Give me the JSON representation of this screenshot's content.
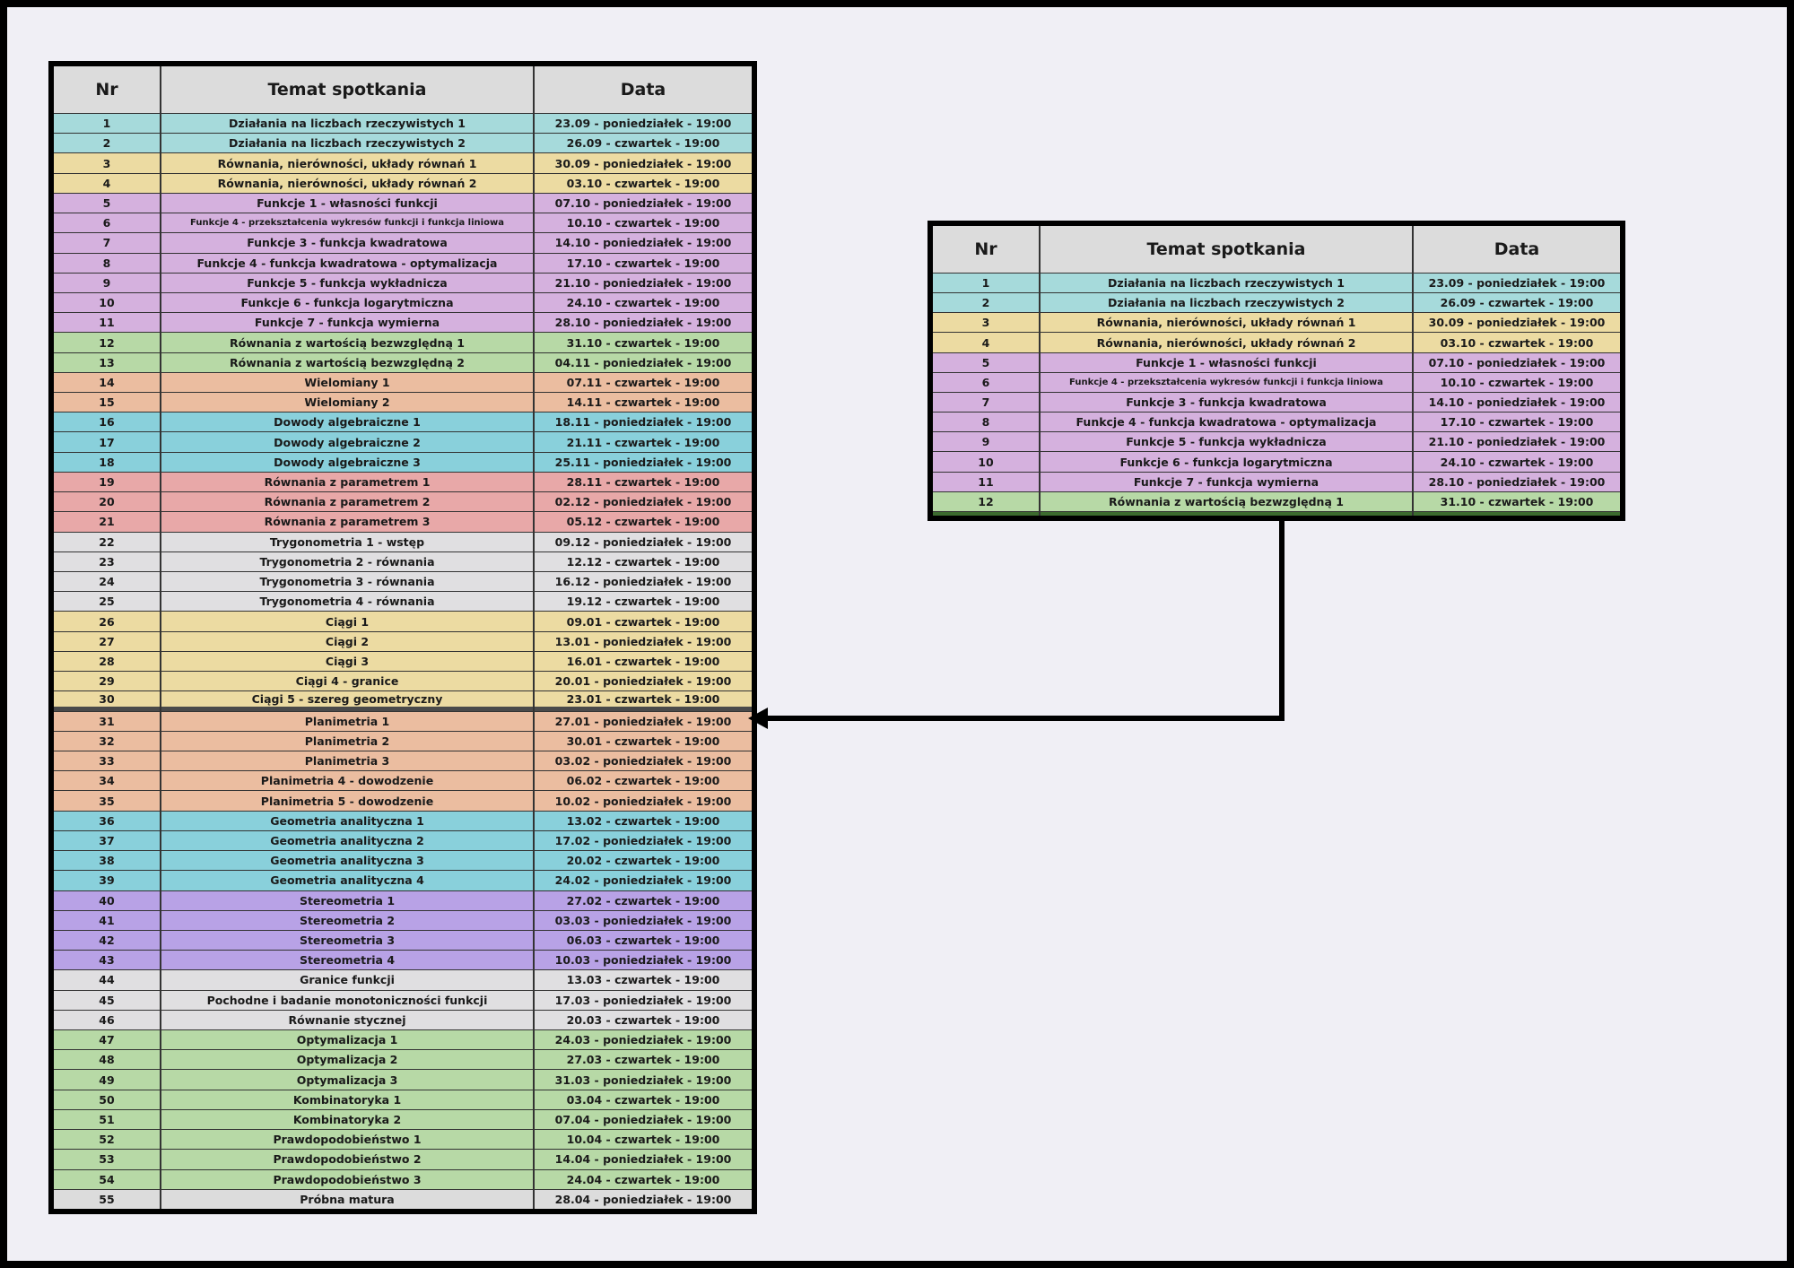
{
  "headers": {
    "nr": "Nr",
    "temat": "Temat spotkania",
    "data": "Data"
  },
  "colors": {
    "teal": "#a6dadb",
    "sand": "#ecdba2",
    "lilac": "#d5b1de",
    "green": "#b7d9a6",
    "peach": "#ebbda0",
    "cyan": "#89d0db",
    "rose": "#e8a8a8",
    "gray": "#e0dfe1",
    "violet": "#b8a2e6",
    "lightgray": "#dcdcdc"
  },
  "rows": [
    {
      "nr": "1",
      "temat": "Działania na liczbach rzeczywistych 1",
      "data": "23.09 - poniedziałek - 19:00",
      "color": "teal"
    },
    {
      "nr": "2",
      "temat": "Działania na liczbach rzeczywistych 2",
      "data": "26.09 - czwartek - 19:00",
      "color": "teal"
    },
    {
      "nr": "3",
      "temat": "Równania, nierówności, układy równań 1",
      "data": "30.09 - poniedziałek - 19:00",
      "color": "sand"
    },
    {
      "nr": "4",
      "temat": "Równania, nierówności, układy równań 2",
      "data": "03.10 - czwartek - 19:00",
      "color": "sand"
    },
    {
      "nr": "5",
      "temat": "Funkcje 1 - własności funkcji",
      "data": "07.10 - poniedziałek - 19:00",
      "color": "lilac"
    },
    {
      "nr": "6",
      "temat": "Funkcje 4 - przekształcenia wykresów funkcji i funkcja liniowa",
      "data": "10.10 - czwartek - 19:00",
      "color": "lilac",
      "small": true
    },
    {
      "nr": "7",
      "temat": "Funkcje 3 - funkcja kwadratowa",
      "data": "14.10 - poniedziałek - 19:00",
      "color": "lilac"
    },
    {
      "nr": "8",
      "temat": "Funkcje 4 - funkcja kwadratowa - optymalizacja",
      "data": "17.10 - czwartek - 19:00",
      "color": "lilac"
    },
    {
      "nr": "9",
      "temat": "Funkcje 5 - funkcja wykładnicza",
      "data": "21.10 - poniedziałek - 19:00",
      "color": "lilac"
    },
    {
      "nr": "10",
      "temat": "Funkcje 6 - funkcja logarytmiczna",
      "data": "24.10 - czwartek - 19:00",
      "color": "lilac"
    },
    {
      "nr": "11",
      "temat": "Funkcje 7 - funkcja wymierna",
      "data": "28.10 - poniedziałek - 19:00",
      "color": "lilac"
    },
    {
      "nr": "12",
      "temat": "Równania z wartością bezwzględną 1",
      "data": "31.10 - czwartek - 19:00",
      "color": "green"
    },
    {
      "nr": "13",
      "temat": "Równania z wartością bezwzględną 2",
      "data": "04.11 - poniedziałek - 19:00",
      "color": "green"
    },
    {
      "nr": "14",
      "temat": "Wielomiany 1",
      "data": "07.11 - czwartek - 19:00",
      "color": "peach"
    },
    {
      "nr": "15",
      "temat": "Wielomiany 2",
      "data": "14.11 - czwartek - 19:00",
      "color": "peach"
    },
    {
      "nr": "16",
      "temat": "Dowody algebraiczne 1",
      "data": "18.11 - poniedziałek - 19:00",
      "color": "cyan"
    },
    {
      "nr": "17",
      "temat": "Dowody algebraiczne 2",
      "data": "21.11 - czwartek - 19:00",
      "color": "cyan"
    },
    {
      "nr": "18",
      "temat": "Dowody algebraiczne 3",
      "data": "25.11 - poniedziałek - 19:00",
      "color": "cyan"
    },
    {
      "nr": "19",
      "temat": "Równania z parametrem 1",
      "data": "28.11 - czwartek - 19:00",
      "color": "rose"
    },
    {
      "nr": "20",
      "temat": "Równania z parametrem 2",
      "data": "02.12 - poniedziałek - 19:00",
      "color": "rose"
    },
    {
      "nr": "21",
      "temat": "Równania z parametrem 3",
      "data": "05.12 - czwartek - 19:00",
      "color": "rose"
    },
    {
      "nr": "22",
      "temat": "Trygonometria 1 - wstęp",
      "data": "09.12 - poniedziałek - 19:00",
      "color": "gray"
    },
    {
      "nr": "23",
      "temat": "Trygonometria 2 - równania",
      "data": "12.12 - czwartek - 19:00",
      "color": "gray"
    },
    {
      "nr": "24",
      "temat": "Trygonometria 3 - równania",
      "data": "16.12 - poniedziałek - 19:00",
      "color": "gray"
    },
    {
      "nr": "25",
      "temat": "Trygonometria 4 - równania",
      "data": "19.12 - czwartek - 19:00",
      "color": "gray"
    },
    {
      "nr": "26",
      "temat": "Ciągi 1",
      "data": "09.01 - czwartek - 19:00",
      "color": "sand"
    },
    {
      "nr": "27",
      "temat": "Ciągi 2",
      "data": "13.01 - poniedziałek - 19:00",
      "color": "sand"
    },
    {
      "nr": "28",
      "temat": "Ciągi 3",
      "data": "16.01 - czwartek - 19:00",
      "color": "sand"
    },
    {
      "nr": "29",
      "temat": "Ciągi 4 - granice",
      "data": "20.01 - poniedziałek - 19:00",
      "color": "sand"
    },
    {
      "nr": "30",
      "temat": "Ciągi 5 - szereg geometryczny",
      "data": "23.01 - czwartek - 19:00",
      "color": "sand",
      "sep": true
    },
    {
      "nr": "31",
      "temat": "Planimetria 1",
      "data": "27.01 - poniedziałek - 19:00",
      "color": "peach"
    },
    {
      "nr": "32",
      "temat": "Planimetria 2",
      "data": "30.01 - czwartek - 19:00",
      "color": "peach"
    },
    {
      "nr": "33",
      "temat": "Planimetria 3",
      "data": "03.02 - poniedziałek - 19:00",
      "color": "peach"
    },
    {
      "nr": "34",
      "temat": "Planimetria 4 - dowodzenie",
      "data": "06.02 - czwartek - 19:00",
      "color": "peach"
    },
    {
      "nr": "35",
      "temat": "Planimetria 5 - dowodzenie",
      "data": "10.02 - poniedziałek - 19:00",
      "color": "peach"
    },
    {
      "nr": "36",
      "temat": "Geometria analityczna 1",
      "data": "13.02 - czwartek - 19:00",
      "color": "cyan"
    },
    {
      "nr": "37",
      "temat": "Geometria analityczna 2",
      "data": "17.02 - poniedziałek - 19:00",
      "color": "cyan"
    },
    {
      "nr": "38",
      "temat": "Geometria analityczna 3",
      "data": "20.02 - czwartek - 19:00",
      "color": "cyan"
    },
    {
      "nr": "39",
      "temat": "Geometria analityczna 4",
      "data": "24.02 - poniedziałek - 19:00",
      "color": "cyan"
    },
    {
      "nr": "40",
      "temat": "Stereometria 1",
      "data": "27.02 - czwartek - 19:00",
      "color": "violet"
    },
    {
      "nr": "41",
      "temat": "Stereometria 2",
      "data": "03.03 - poniedziałek - 19:00",
      "color": "violet"
    },
    {
      "nr": "42",
      "temat": "Stereometria 3",
      "data": "06.03 - czwartek - 19:00",
      "color": "violet"
    },
    {
      "nr": "43",
      "temat": "Stereometria 4",
      "data": "10.03 - poniedziałek - 19:00",
      "color": "violet"
    },
    {
      "nr": "44",
      "temat": "Granice funkcji",
      "data": "13.03 - czwartek - 19:00",
      "color": "gray"
    },
    {
      "nr": "45",
      "temat": "Pochodne i badanie monotoniczności funkcji",
      "data": "17.03 - poniedziałek - 19:00",
      "color": "gray"
    },
    {
      "nr": "46",
      "temat": "Równanie stycznej",
      "data": "20.03 - czwartek - 19:00",
      "color": "gray"
    },
    {
      "nr": "47",
      "temat": "Optymalizacja 1",
      "data": "24.03 - poniedziałek - 19:00",
      "color": "green"
    },
    {
      "nr": "48",
      "temat": "Optymalizacja 2",
      "data": "27.03 - czwartek - 19:00",
      "color": "green"
    },
    {
      "nr": "49",
      "temat": "Optymalizacja 3",
      "data": "31.03 - poniedziałek - 19:00",
      "color": "green"
    },
    {
      "nr": "50",
      "temat": "Kombinatoryka 1",
      "data": "03.04 - czwartek - 19:00",
      "color": "green"
    },
    {
      "nr": "51",
      "temat": "Kombinatoryka 2",
      "data": "07.04 - poniedziałek - 19:00",
      "color": "green"
    },
    {
      "nr": "52",
      "temat": "Prawdopodobieństwo 1",
      "data": "10.04 - czwartek - 19:00",
      "color": "green"
    },
    {
      "nr": "53",
      "temat": "Prawdopodobieństwo 2",
      "data": "14.04 - poniedziałek - 19:00",
      "color": "green"
    },
    {
      "nr": "54",
      "temat": "Prawdopodobieństwo 3",
      "data": "24.04 - czwartek - 19:00",
      "color": "green"
    },
    {
      "nr": "55",
      "temat": "Próbna matura",
      "data": "28.04 - poniedziałek - 19:00",
      "color": "lightgray"
    }
  ],
  "preview_rows": [
    {
      "nr": "1",
      "temat": "Działania na liczbach rzeczywistych 1",
      "data": "23.09 - poniedziałek - 19:00",
      "color": "teal"
    },
    {
      "nr": "2",
      "temat": "Działania na liczbach rzeczywistych 2",
      "data": "26.09 - czwartek - 19:00",
      "color": "teal"
    },
    {
      "nr": "3",
      "temat": "Równania, nierówności, układy równań 1",
      "data": "30.09 - poniedziałek - 19:00",
      "color": "sand"
    },
    {
      "nr": "4",
      "temat": "Równania, nierówności, układy równań 2",
      "data": "03.10 - czwartek - 19:00",
      "color": "sand"
    },
    {
      "nr": "5",
      "temat": "Funkcje 1 - własności funkcji",
      "data": "07.10 - poniedziałek - 19:00",
      "color": "lilac"
    },
    {
      "nr": "6",
      "temat": "Funkcje 4 - przekształcenia wykresów funkcji i funkcja liniowa",
      "data": "10.10 - czwartek - 19:00",
      "color": "lilac",
      "small": true
    },
    {
      "nr": "7",
      "temat": "Funkcje 3 - funkcja kwadratowa",
      "data": "14.10 - poniedziałek - 19:00",
      "color": "lilac"
    },
    {
      "nr": "8",
      "temat": "Funkcje 4 - funkcja kwadratowa - optymalizacja",
      "data": "17.10 - czwartek - 19:00",
      "color": "lilac"
    },
    {
      "nr": "9",
      "temat": "Funkcje 5 - funkcja wykładnicza",
      "data": "21.10 - poniedziałek - 19:00",
      "color": "lilac"
    },
    {
      "nr": "10",
      "temat": "Funkcje 6 - funkcja logarytmiczna",
      "data": "24.10 - czwartek - 19:00",
      "color": "lilac"
    },
    {
      "nr": "11",
      "temat": "Funkcje 7 - funkcja wymierna",
      "data": "28.10 - poniedziałek - 19:00",
      "color": "lilac"
    },
    {
      "nr": "12",
      "temat": "Równania z wartością bezwzględną 1",
      "data": "31.10 - czwartek - 19:00",
      "color": "green"
    }
  ]
}
